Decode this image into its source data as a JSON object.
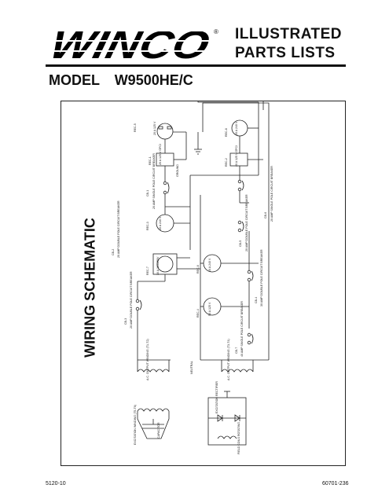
{
  "header": {
    "logo_text": "WINCO",
    "registered_mark": "®",
    "title_line1": "ILLUSTRATED",
    "title_line2": "PARTS LISTS"
  },
  "model": {
    "label": "MODEL",
    "number": "W9500HE/C"
  },
  "schematic": {
    "title": "WIRING SCHEMATIC",
    "labels": {
      "rec1": "REC-1",
      "rec1_spec": "20 A 125 V",
      "rec1_spec2": "20 A 125 V GFCI",
      "rec2": "REC-2",
      "rec2_spec": "20 A 125 V GFCI",
      "rec3": "REC-3",
      "rec3_spec": "20 A 240 V",
      "rec4": "REC-4",
      "rec4_spec": "50 A 125 V",
      "rec5": "REC-5",
      "rec6": "REC-6",
      "rec6_spec": "20 A 240 V",
      "rec7": "REC-7",
      "rec7_spec": "30 A 125/250V",
      "rec8": "REC-8",
      "rec8_spec": "20 A 240 V",
      "cb1": "CB-1",
      "cb1_spec": "20 AMP SINGLE POLE CIRCUIT BREAKER",
      "cb2": "CB-2",
      "cb2_spec": "20 AMP DOUBLE POLE CIRCUIT BREAKER",
      "cb3": "CB-3",
      "cb3_spec": "20 AMP DOUBLE POLE CIRCUIT BREAKER",
      "cb4": "CB-4",
      "cb4_spec": "30 AMP DOUBLE POLE CIRCUIT BREAKER",
      "cb5": "CB-5",
      "cb5_spec": "20 AMP DOUBLE POLE CIRCUIT BREAKER",
      "cb6": "CB-6",
      "cb6_spec": "20 AMP SINGLE POLE CIRCUIT BREAKER",
      "cb7": "CB-7",
      "cb7_spec": "40 AMP SINGLE POLE CIRCUIT BREAKER",
      "ground": "GROUND",
      "neutral": "NEUTRAL",
      "ac_output1": "A.C. OUTPUT WINDING (T1-T2)",
      "ac_output2": "A.C. OUTPUT WINDING (T3-T4)",
      "excitation": "EXCITATION WINDING (T5-T6)",
      "capacitor": "CAPACITOR",
      "rectifier": "EXCITATION RECTIFIER",
      "field": "FIELD COILS ROTATING"
    }
  },
  "footer": {
    "left_code": "5120-10",
    "right_code": "60701-236"
  }
}
